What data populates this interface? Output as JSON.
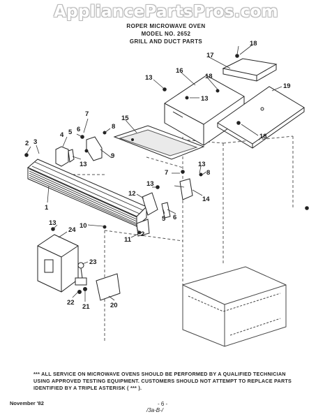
{
  "watermark": "AppliancePartsPros.com",
  "header": {
    "line1": "ROPER MICROWAVE OVEN",
    "line2": "MODEL NO. 2652",
    "line3": "GRILL AND DUCT PARTS"
  },
  "callouts": {
    "c1": "1",
    "c2a": "2",
    "c2b": "2",
    "c3": "3",
    "c4": "4",
    "c5a": "5",
    "c5b": "5",
    "c6a": "6",
    "c6b": "6",
    "c7a": "7",
    "c7b": "7",
    "c8a": "8",
    "c8b": "8",
    "c9": "9",
    "c10": "10",
    "c11": "11",
    "c12": "12",
    "c13a": "13",
    "c13b": "13",
    "c13c": "13",
    "c13d": "13",
    "c13e": "13",
    "c13f": "13",
    "c14": "14",
    "c15": "15",
    "c16": "16",
    "c17": "17",
    "c18a": "18",
    "c18b": "18",
    "c18c": "18",
    "c19": "19",
    "c20": "20",
    "c21": "21",
    "c22": "22",
    "c23": "23",
    "c24": "24"
  },
  "notice": {
    "text": "*** ALL SERVICE ON MICROWAVE OVENS SHOULD BE PERFORMED BY A QUALIFIED TECHNICIAN USING APPROVED TESTING EQUIPMENT. CUSTOMERS SHOULD NOT ATTEMPT TO REPLACE PARTS IDENTIFIED BY A TRIPLE ASTERISK ( *** )."
  },
  "footer": {
    "date": "November '82",
    "page": "- 6 -",
    "code": "/3a-B-/"
  }
}
